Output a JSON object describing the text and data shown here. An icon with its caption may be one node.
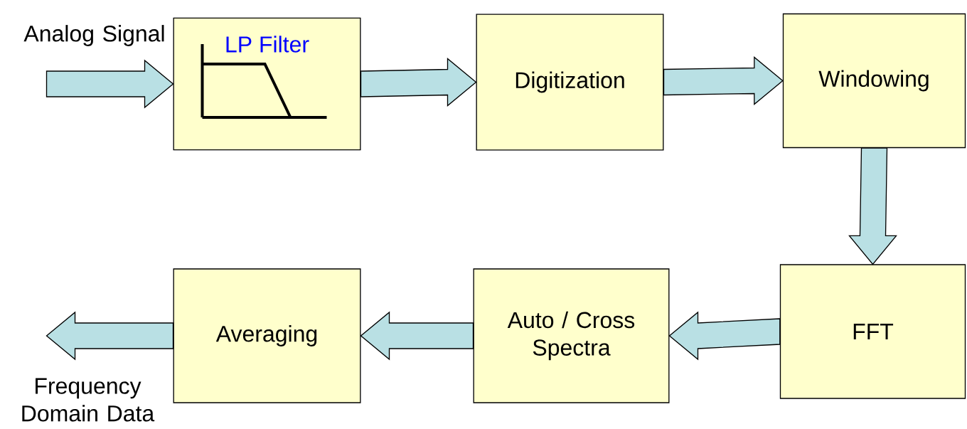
{
  "diagram": {
    "nodes": [
      {
        "text": [
          "LP Filter"
        ]
      },
      {
        "text": [
          "Digitization"
        ]
      },
      {
        "text": [
          "Windowing"
        ]
      },
      {
        "text": [
          "FFT"
        ]
      },
      {
        "text": [
          "Auto / Cross Spectra"
        ]
      },
      {
        "text": [
          "Averaging"
        ]
      }
    ],
    "edges": [
      {
        "from": null,
        "to": 0,
        "arrow": "to"
      },
      {
        "from": 0,
        "to": 1,
        "arrow": "to"
      },
      {
        "from": 1,
        "to": 2,
        "arrow": "to"
      },
      {
        "from": 2,
        "to": 3,
        "arrow": "to"
      },
      {
        "from": 3,
        "to": 4,
        "arrow": "to"
      },
      {
        "from": 4,
        "to": 5,
        "arrow": "to"
      },
      {
        "from": 5,
        "to": null,
        "arrow": "to"
      }
    ],
    "labels": [
      "Analog Signal",
      "Frequency Domain Data"
    ]
  }
}
